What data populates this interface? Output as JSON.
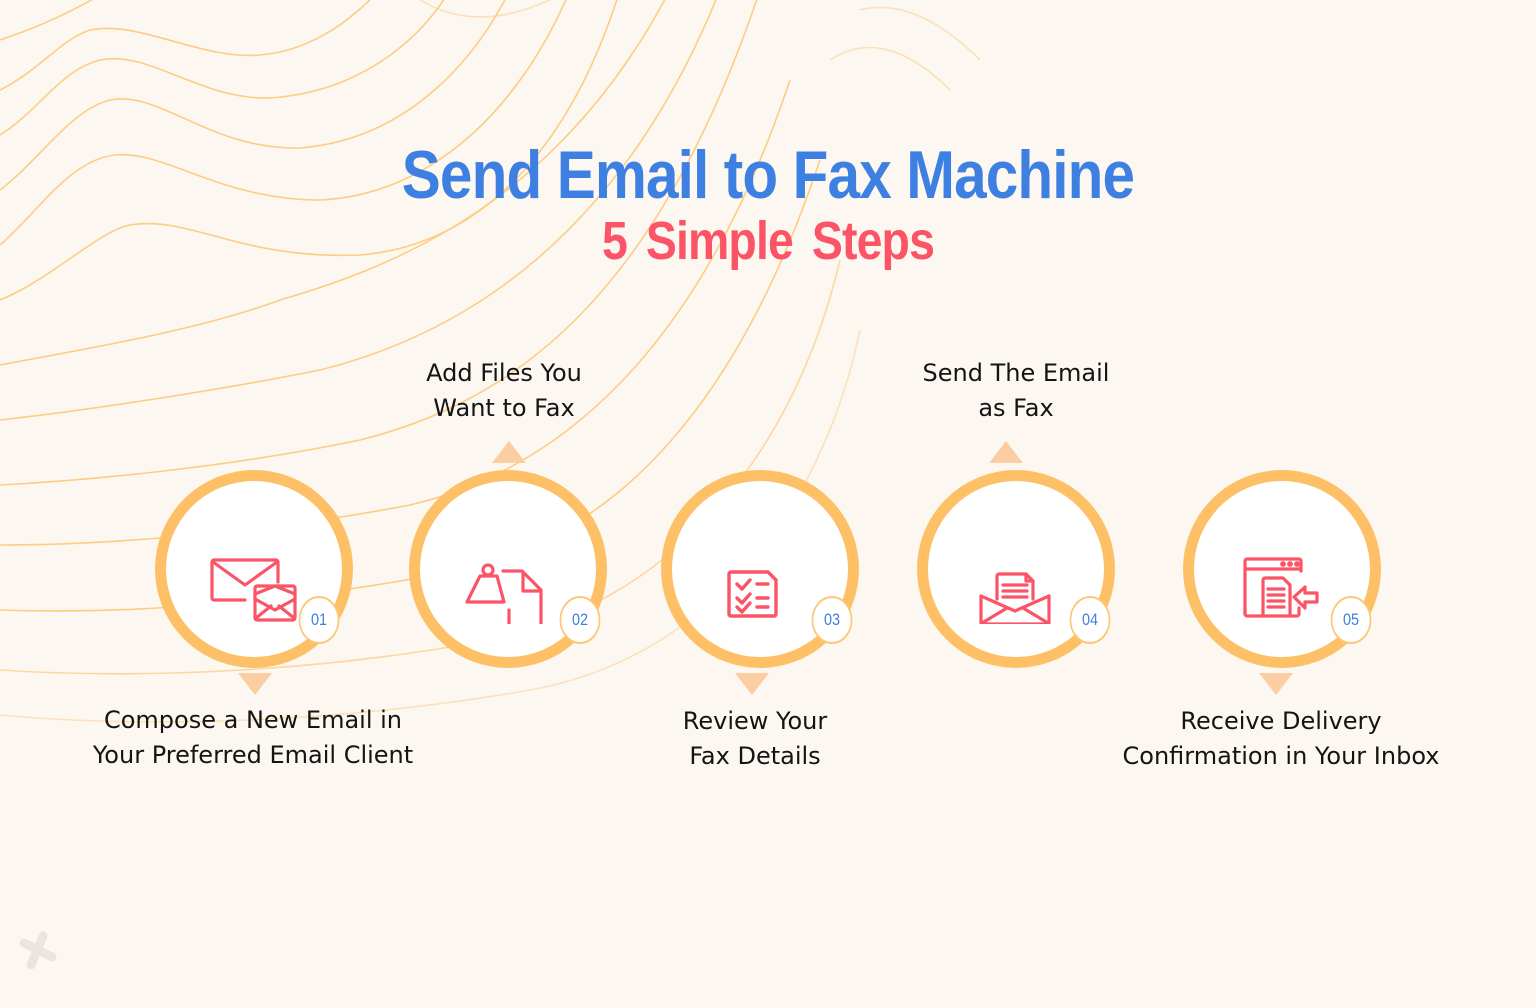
{
  "title": {
    "main": "Send Email to Fax Machine",
    "sub": "5  Simple Steps"
  },
  "colors": {
    "background": "#fcf7f1",
    "title_blue": "#3d80e2",
    "subtitle_red": "#fa5466",
    "ring_orange": "#fdc066",
    "icon_red": "#fa5466",
    "arrow_peach": "#fbcda3",
    "text_dark": "#141414"
  },
  "steps": [
    {
      "number": "01",
      "label_line1": "Compose a New Email in",
      "label_line2": "Your Preferred Email Client",
      "icon": "two-envelopes-icon",
      "label_position": "below"
    },
    {
      "number": "02",
      "label_line1": "Add Files You",
      "label_line2": "Want to Fax",
      "icon": "file-attachment-weight-icon",
      "label_position": "above"
    },
    {
      "number": "03",
      "label_line1": "Review Your",
      "label_line2": "Fax Details",
      "icon": "checklist-document-icon",
      "label_position": "below"
    },
    {
      "number": "04",
      "label_line1": "Send The Email",
      "label_line2": "as Fax",
      "icon": "open-envelope-document-icon",
      "label_position": "above"
    },
    {
      "number": "05",
      "label_line1": "Receive Delivery",
      "label_line2": "Confirmation in Your Inbox",
      "icon": "browser-inbox-arrow-icon",
      "label_position": "below"
    }
  ],
  "logo": {
    "icon": "x-logo-icon"
  }
}
